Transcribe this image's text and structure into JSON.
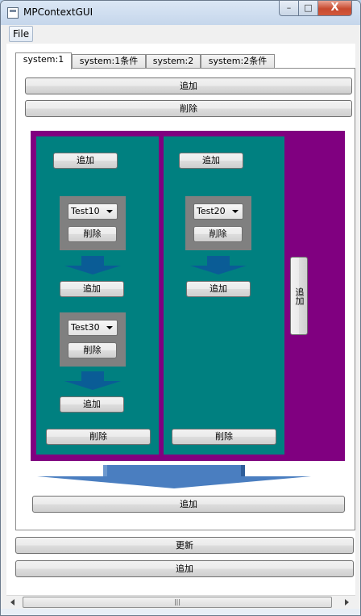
{
  "window": {
    "title": "MPContextGUI",
    "minimize_glyph": "–",
    "maximize_glyph": "□",
    "close_glyph": "X"
  },
  "menu": {
    "file": "File"
  },
  "tabs": [
    {
      "label": "system:1",
      "active": true
    },
    {
      "label": "system:1条件",
      "active": false
    },
    {
      "label": "system:2",
      "active": false
    },
    {
      "label": "system:2条件",
      "active": false
    }
  ],
  "panel": {
    "top_add": "追加",
    "top_delete": "削除",
    "outer_add": "追加",
    "bottom_add": "追加"
  },
  "column1": {
    "add": "追加",
    "block1": {
      "selected": "Test10",
      "delete": "削除"
    },
    "mid_add": "追加",
    "block2": {
      "selected": "Test30",
      "delete": "削除"
    },
    "block2_add": "追加",
    "delete": "削除"
  },
  "column2": {
    "add": "追加",
    "block1": {
      "selected": "Test20",
      "delete": "削除"
    },
    "mid_add": "追加",
    "delete": "削除"
  },
  "footer": {
    "refresh": "更新",
    "add": "追加"
  },
  "scrollbar": {
    "grip": "|||"
  },
  "colors": {
    "container_bg": "#800080",
    "column_bg": "#008080",
    "block_bg": "#808080",
    "small_arrow": "#0a5c96",
    "large_arrow": "#4a7ec0"
  }
}
